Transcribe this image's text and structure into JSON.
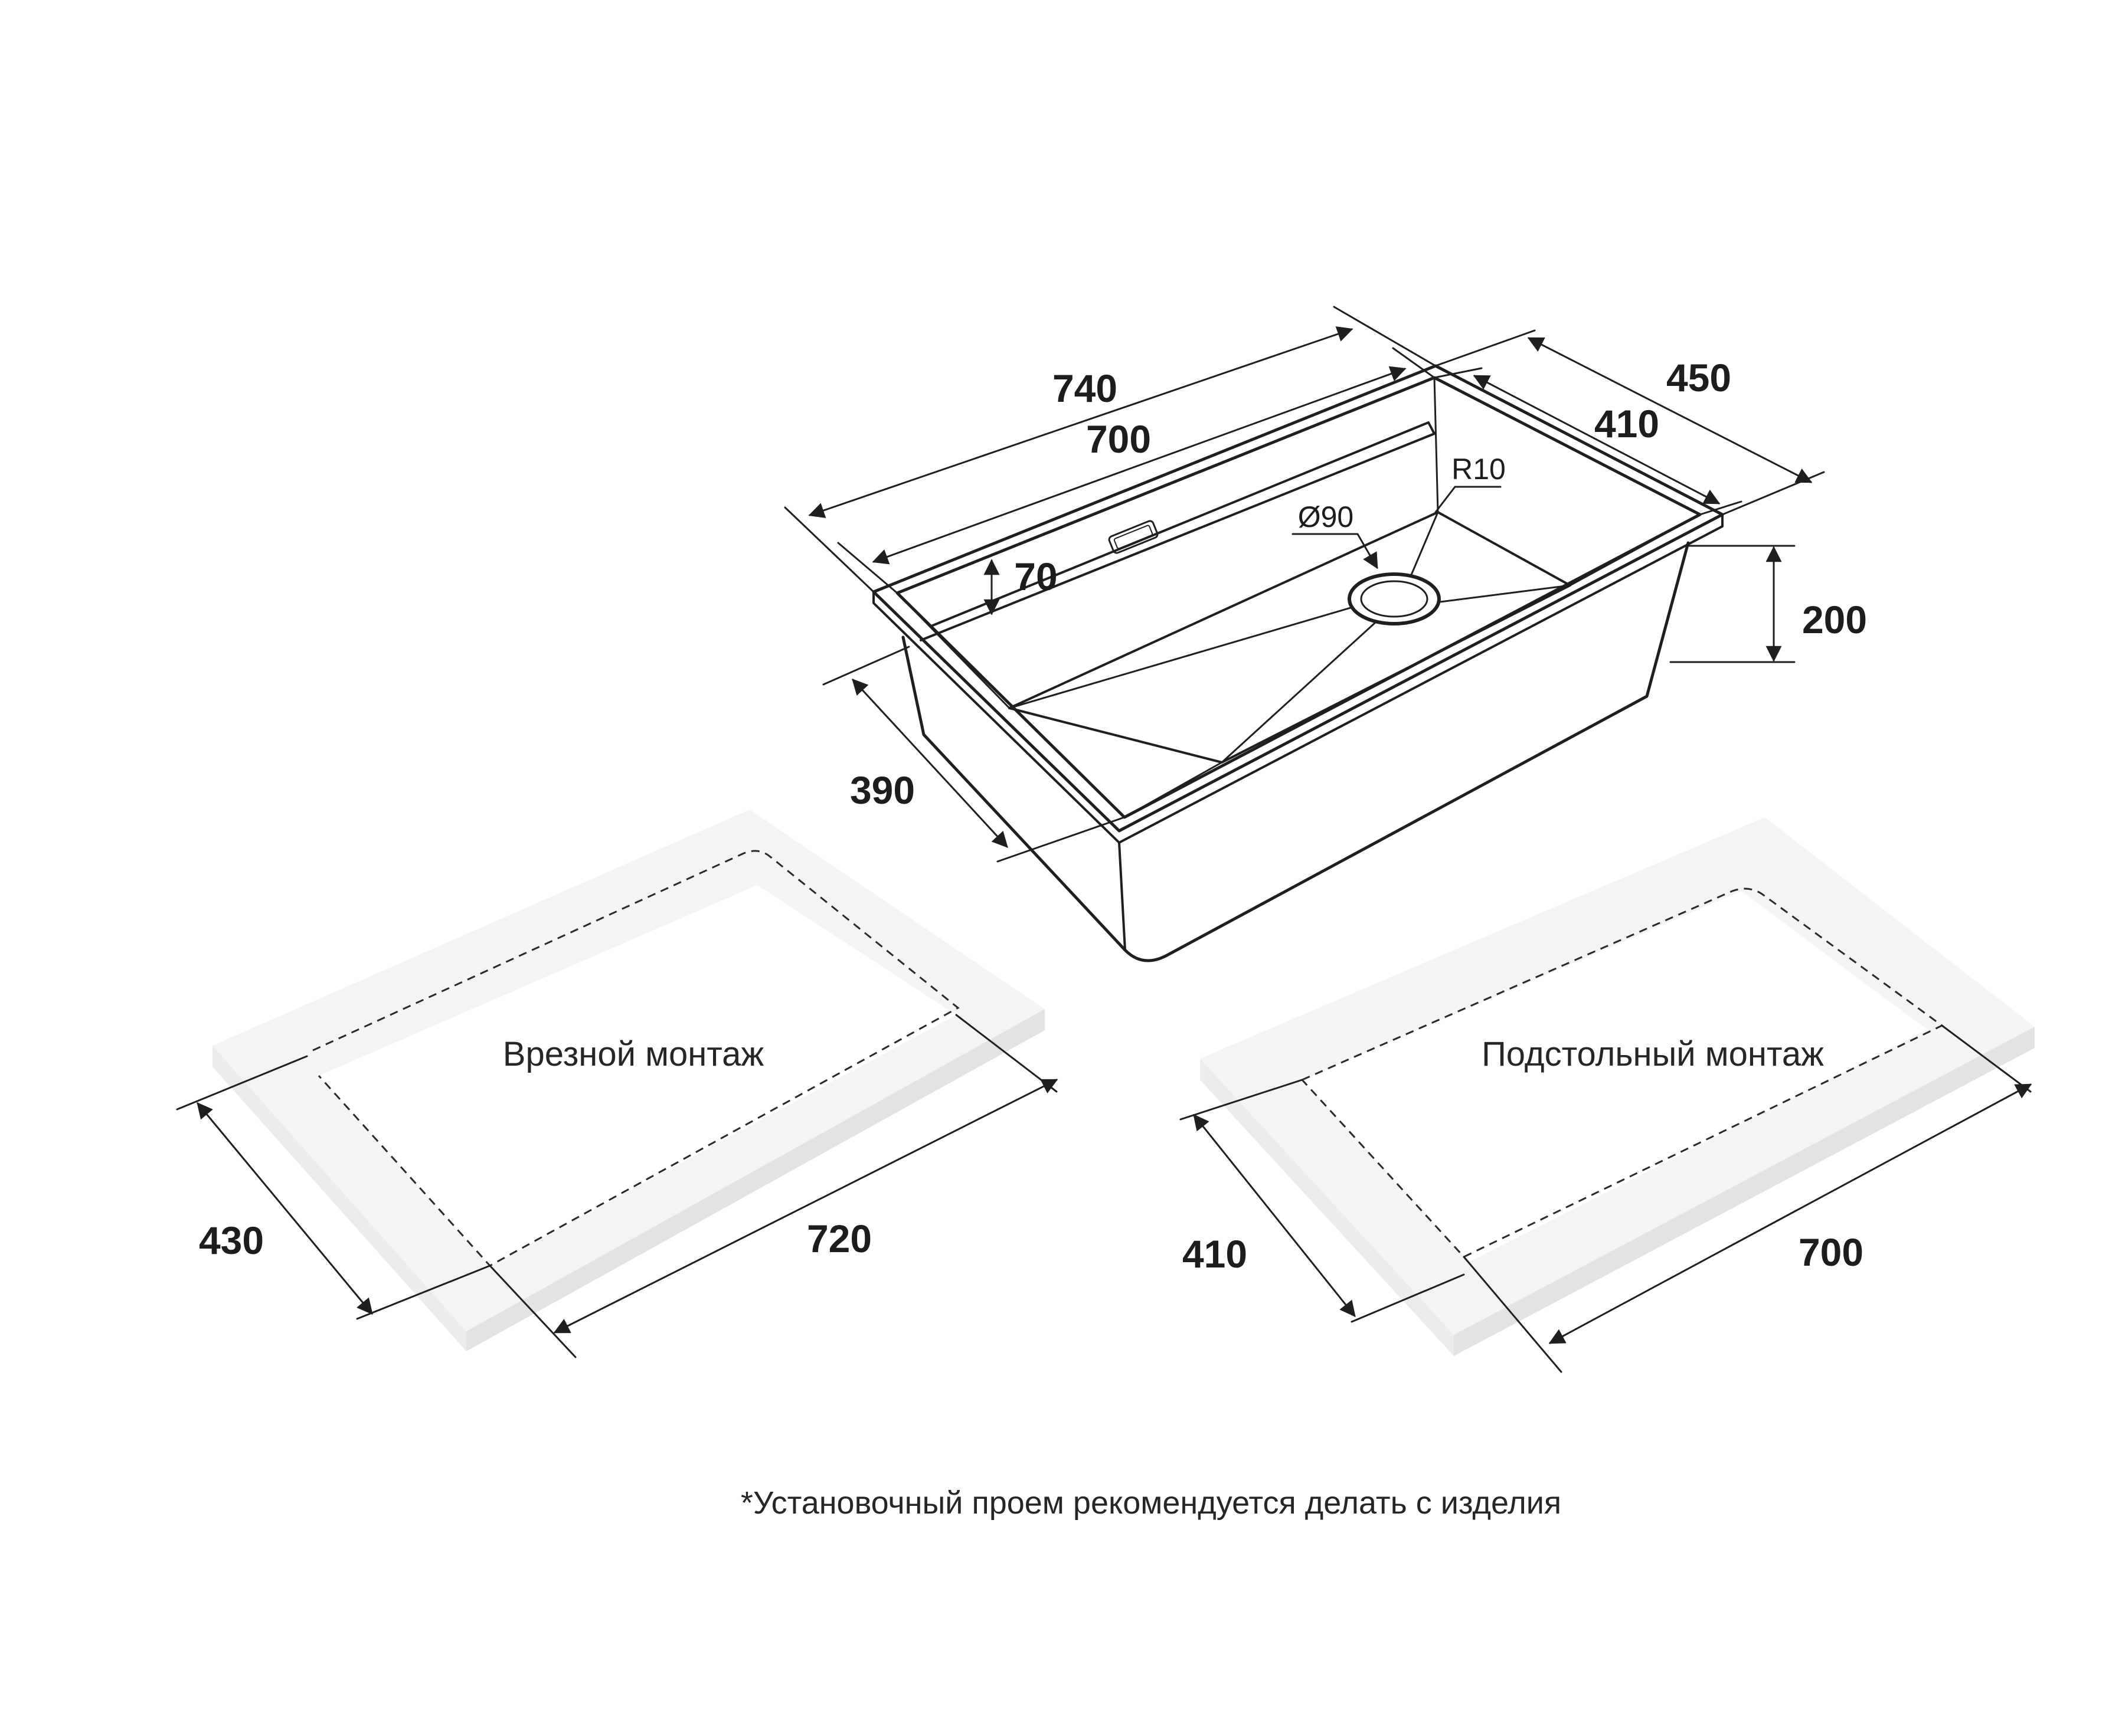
{
  "colors": {
    "line": "#1f1f1f",
    "text": "#1d1d1d",
    "countertop_top": "#f4f4f4",
    "countertop_side": "#e3e3e3",
    "countertop_front": "#ececec"
  },
  "sink": {
    "overall_length": "740",
    "inner_length": "700",
    "overall_width": "450",
    "inner_width": "410",
    "corner_radius": "R10",
    "drain_diameter": "Ø90",
    "rim_height": "70",
    "depth": "200",
    "bottom_width": "390"
  },
  "installs": [
    {
      "label": "Врезной монтаж",
      "width_dim": "430",
      "length_dim": "720"
    },
    {
      "label": "Подстольный монтаж",
      "width_dim": "410",
      "length_dim": "700"
    }
  ],
  "footnote": "*Установочный проем рекомендуется делать с изделия"
}
